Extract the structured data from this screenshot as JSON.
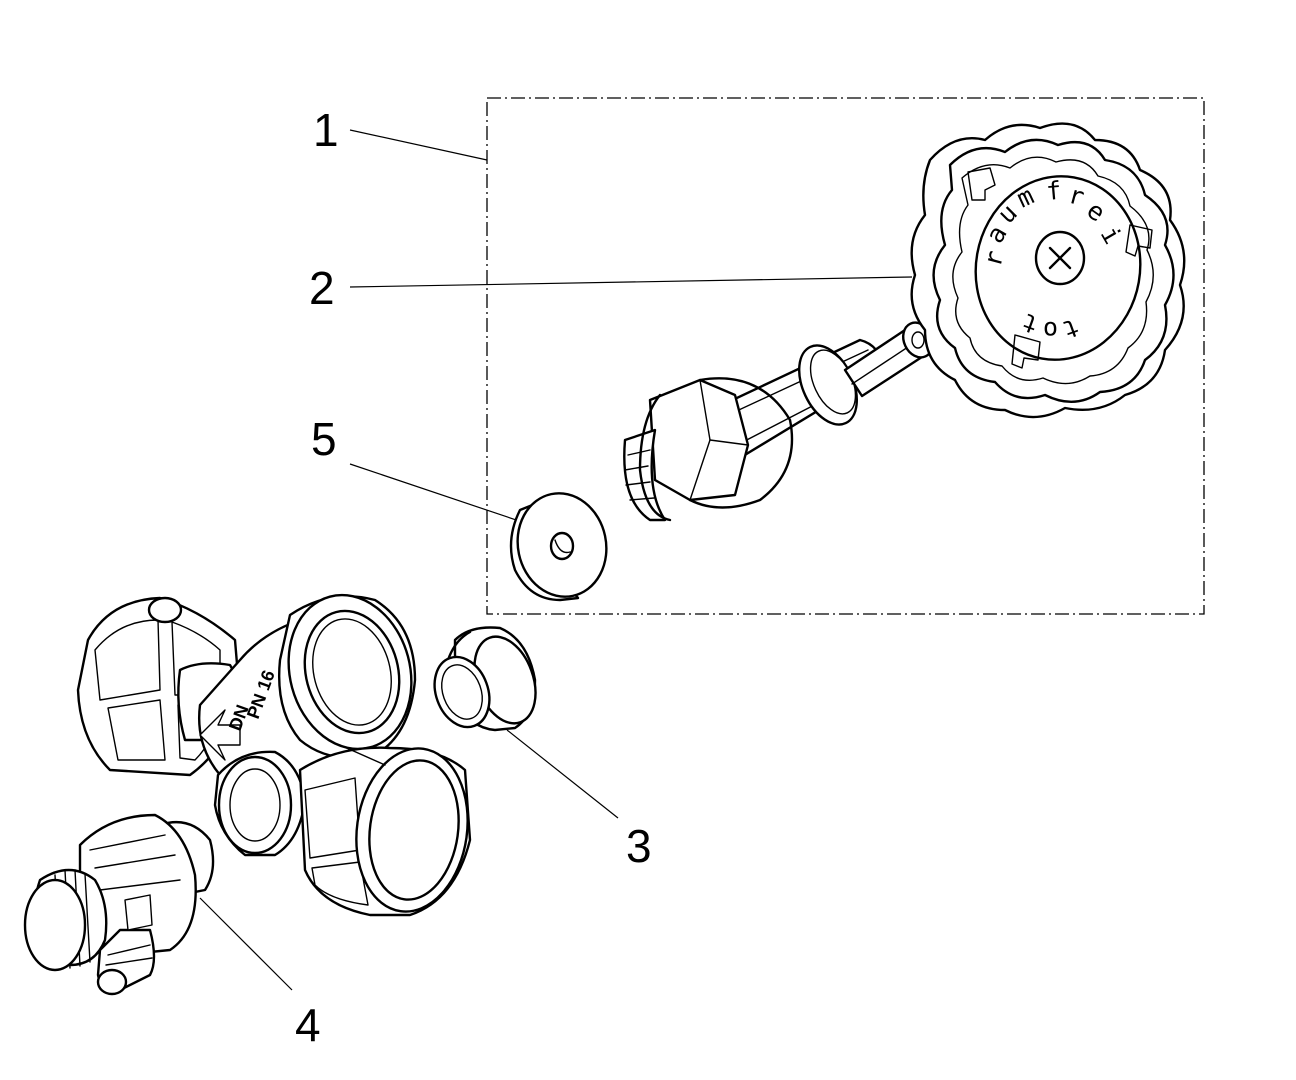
{
  "callouts": {
    "c1": "1",
    "c2": "2",
    "c3": "3",
    "c4": "4",
    "c5": "5"
  },
  "handwheel_embossing": [
    "r",
    "a",
    "u",
    "m",
    "f",
    "r",
    "e",
    "i",
    "t",
    "o",
    "t"
  ],
  "body_marking": {
    "line1": "PN 16",
    "line2": "DN"
  }
}
